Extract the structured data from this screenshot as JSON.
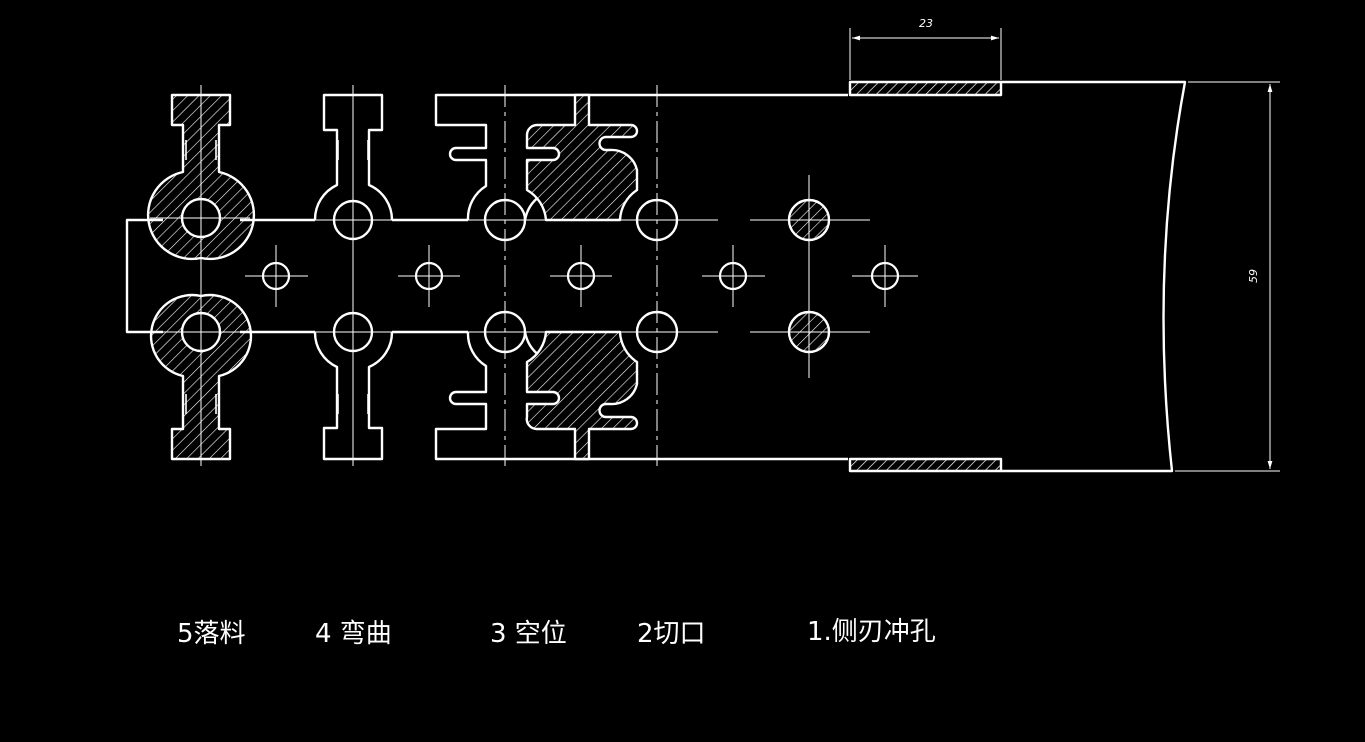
{
  "drawing": {
    "dimension_top": "23",
    "dimension_right": "59",
    "stations": [
      {
        "label": "5落料"
      },
      {
        "label": "4 弯曲"
      },
      {
        "label": "3 空位"
      },
      {
        "label": "2切口"
      },
      {
        "label": "1.侧刃冲孔"
      }
    ]
  },
  "colors": {
    "background": "#000000",
    "line": "#ffffff"
  }
}
